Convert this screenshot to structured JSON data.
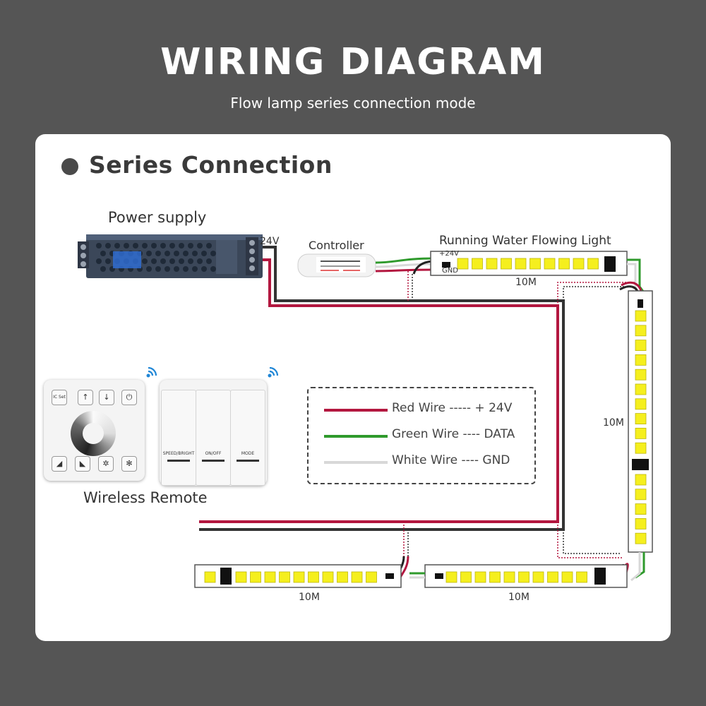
{
  "header": {
    "title": "WIRING DIAGRAM",
    "subtitle": "Flow lamp series connection mode"
  },
  "section": {
    "title": "Series Connection"
  },
  "devices": {
    "power_supply": "Power supply",
    "voltage": "24V",
    "controller": "Controller",
    "strip_name": "Running Water Flowing Light",
    "strip_plus": "+24V",
    "strip_gnd": "GND",
    "remote": "Wireless Remote"
  },
  "strip_lengths": [
    "10M",
    "10M",
    "10M",
    "10M"
  ],
  "legend": [
    {
      "label": "Red Wire ----- + 24V",
      "color": "#b3173f"
    },
    {
      "label": "Green Wire ---- DATA",
      "color": "#2f9a2c"
    },
    {
      "label": "White Wire ---- GND",
      "color": "#d8d8d8"
    }
  ],
  "remote_panel": {
    "buttons": [
      "IC Set",
      "↑",
      "↓",
      "⏻"
    ]
  },
  "wall_switch": {
    "keys": [
      "SPEED/BRIGHT",
      "ON/OFF",
      "MODE"
    ]
  },
  "colors": {
    "background": "#555555",
    "card": "#ffffff",
    "red_wire": "#b3173f",
    "black_wire": "#333333",
    "green_wire": "#2f9a2c",
    "led": "#f5ef1e",
    "wifi": "#1f86d6"
  }
}
